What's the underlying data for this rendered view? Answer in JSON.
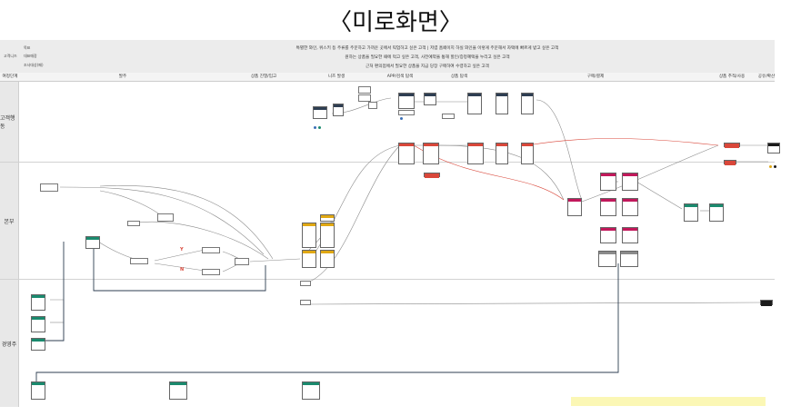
{
  "title": "〈미로화면〉",
  "header": {
    "row_labels": [
      "목표",
      "고객니즈",
      "대표매장",
      "조사대상(페)"
    ],
    "lines": [
      "특별한 와인, 위스키 등 주류를 주문하고 가까운 곳에서 픽업하고 싶은 고객 | 저렴 홈페이지 하실 와인을 이렇게 주문해서 자택에 빠르게 받고 싶은 고객",
      "원하는 상품을 필요한 때에 먹고 싶은 고객, 사전예약을 통해 할인/증정혜택을 누리고 싶은 고객",
      "근처 편의점에서 필요한 상품을 지금 당장 구매하여 수령하고 싶은 고객"
    ]
  },
  "phases": {
    "left_label": "여정단계",
    "items": [
      "발주",
      "상품 진열/입고",
      "니즈 발생",
      "APP/검색 탐색",
      "상품 탐색",
      "구매/결제",
      "상품 추적/사용",
      "공유/확산"
    ]
  },
  "lanes": [
    "고객행동",
    "본부",
    "경영주"
  ],
  "colors": {
    "navy": "#2e3e52",
    "red": "#d9473a",
    "magenta": "#c2185b",
    "teal": "#1a8a6e",
    "yellow": "#e0a814",
    "black": "#1b1b1b",
    "highlight": "#fbf7b5"
  },
  "branch_marks": {
    "yes": "Y",
    "no": "N"
  }
}
